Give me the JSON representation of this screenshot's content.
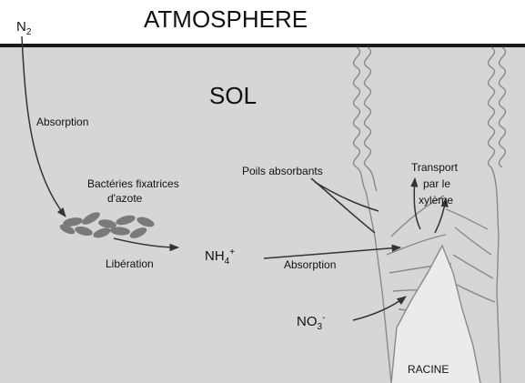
{
  "atmosphere": {
    "title": "ATMOSPHERE",
    "n2": {
      "main": "N",
      "sub": "2"
    }
  },
  "soil": {
    "title": "SOL"
  },
  "labels": {
    "absorption_left": "Absorption",
    "bacteria_line1": "Bactéries fixatrices",
    "bacteria_line2": "d'azote",
    "liberation": "Libération",
    "nh4": {
      "main": "NH",
      "sub": "4",
      "sup": "+"
    },
    "absorption_mid": "Absorption",
    "root_hairs": "Poils absorbants",
    "transport_line1": "Transport",
    "transport_line2": "par le",
    "transport_line3": "xylème",
    "no3": {
      "main": "NO",
      "sub": "3",
      "sup": "-"
    },
    "root": "RACINE"
  },
  "colors": {
    "soil": "#d6d6d6",
    "sky": "#ffffff",
    "ground_line": "#1a1a1a",
    "root_fill": "#ebebeb",
    "root_stroke": "#8a8a8a",
    "bacteria": "#7a7a7a",
    "arrow": "#333333"
  }
}
